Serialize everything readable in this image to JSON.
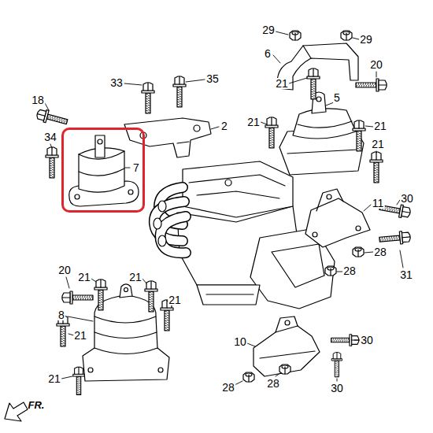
{
  "diagram": {
    "nodes": [
      {
        "text": [
          "7"
        ]
      }
    ],
    "labels": [
      "29",
      "29",
      "6",
      "20",
      "33",
      "35",
      "21",
      "18",
      "5",
      "2",
      "21",
      "21",
      "34",
      "21",
      "30",
      "11",
      "28",
      "28",
      "31",
      "20",
      "21",
      "21",
      "21",
      "8",
      "21",
      "10",
      "30",
      "21",
      "28",
      "28",
      "30",
      "FR."
    ]
  }
}
